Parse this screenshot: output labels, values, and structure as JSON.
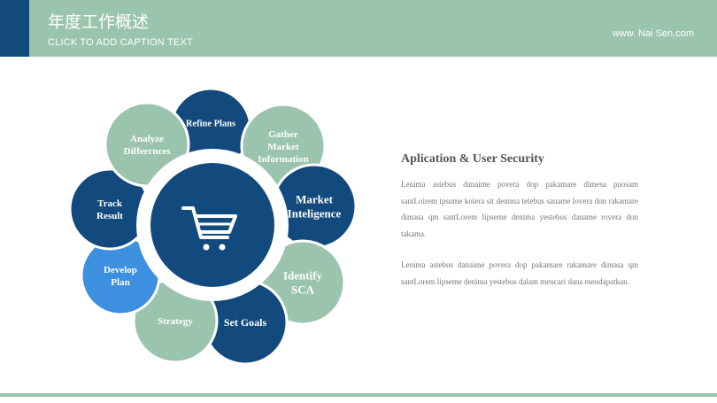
{
  "header": {
    "title": "年度工作概述",
    "caption": "CLICK TO ADD CAPTION TEXT",
    "url": "www. Nai Sen.com"
  },
  "colors": {
    "primary_blue": "#124a7d",
    "sage_green": "#9ac4ae",
    "light_blue": "#3d8fe0",
    "text_gray": "#777777"
  },
  "diagram": {
    "center_icon": "shopping-cart-icon",
    "petals": [
      {
        "lines": [
          "Refine Plans"
        ],
        "color": "blue"
      },
      {
        "lines": [
          "Gather",
          "Market",
          "Information"
        ],
        "color": "green"
      },
      {
        "lines": [
          "Market",
          "Inteligence"
        ],
        "color": "blue"
      },
      {
        "lines": [
          "Identify",
          "SCA"
        ],
        "color": "green"
      },
      {
        "lines": [
          "Set Goals"
        ],
        "color": "blue"
      },
      {
        "lines": [
          "Strategy"
        ],
        "color": "green"
      },
      {
        "lines": [
          "Develop",
          "Plan"
        ],
        "color": "light"
      },
      {
        "lines": [
          "Track",
          "Result"
        ],
        "color": "blue"
      },
      {
        "lines": [
          "Analyze",
          "Differcnces"
        ],
        "color": "green"
      }
    ]
  },
  "content": {
    "title": "Aplication & User Security",
    "paragraph1": "Lenima astebus danaime povera dop pakamare dimesa puosam santLoirem ipsume kolera sit denima tetebus saname lovera don rakamare dimasa qm santLorem lipseme denima yestebus daname rovera don takama.",
    "paragraph2": "Lenima astebus danaime povera dop pakamare rakamare dimasa qm santLorem lipseme denima yestebus dalam mencari dana mendapatkan."
  }
}
